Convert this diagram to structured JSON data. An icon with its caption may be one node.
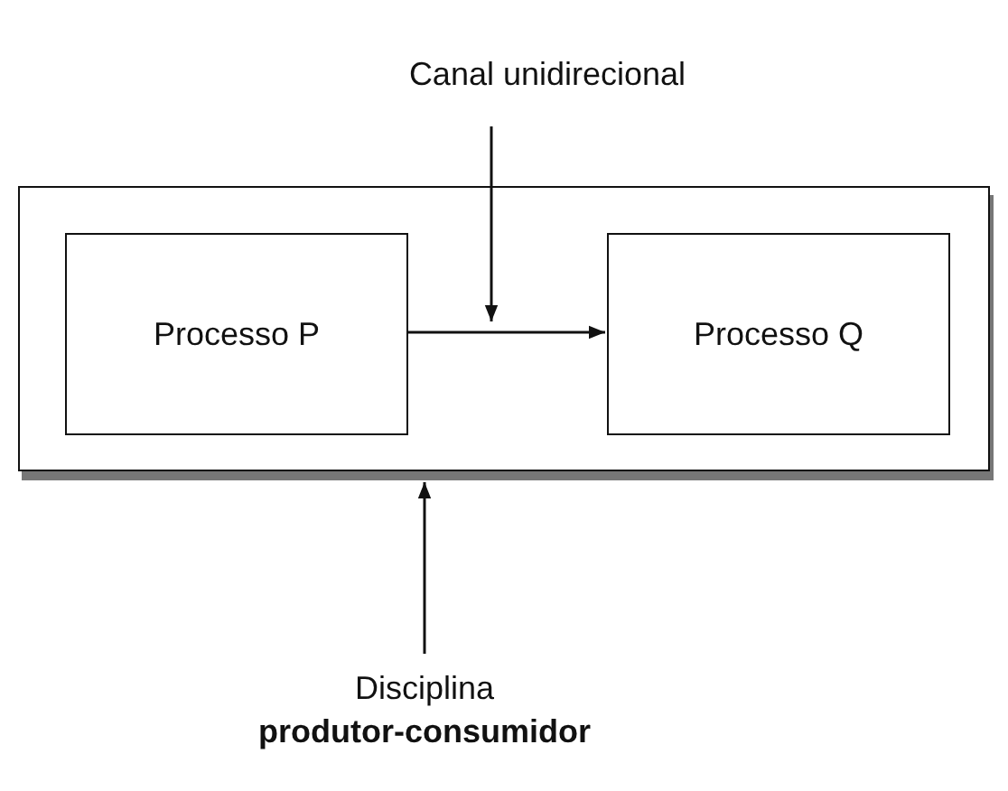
{
  "diagram": {
    "nodes": [
      {
        "text": [],
        "shape": "box"
      },
      {
        "text": [
          "Processo P"
        ],
        "in": 0
      },
      {
        "text": [
          "Processo Q"
        ],
        "in": 0
      },
      {
        "text": [
          "Canal unidirecional"
        ]
      },
      {
        "text": [
          "Disciplina **produtor-consumidor**"
        ]
      }
    ],
    "edges": [
      {
        "from": 1,
        "to": 2,
        "arrow": "to"
      },
      {
        "from": 3,
        "to": null,
        "arrow": "to"
      },
      {
        "from": 4,
        "to": 0,
        "arrow": "to"
      }
    ]
  }
}
